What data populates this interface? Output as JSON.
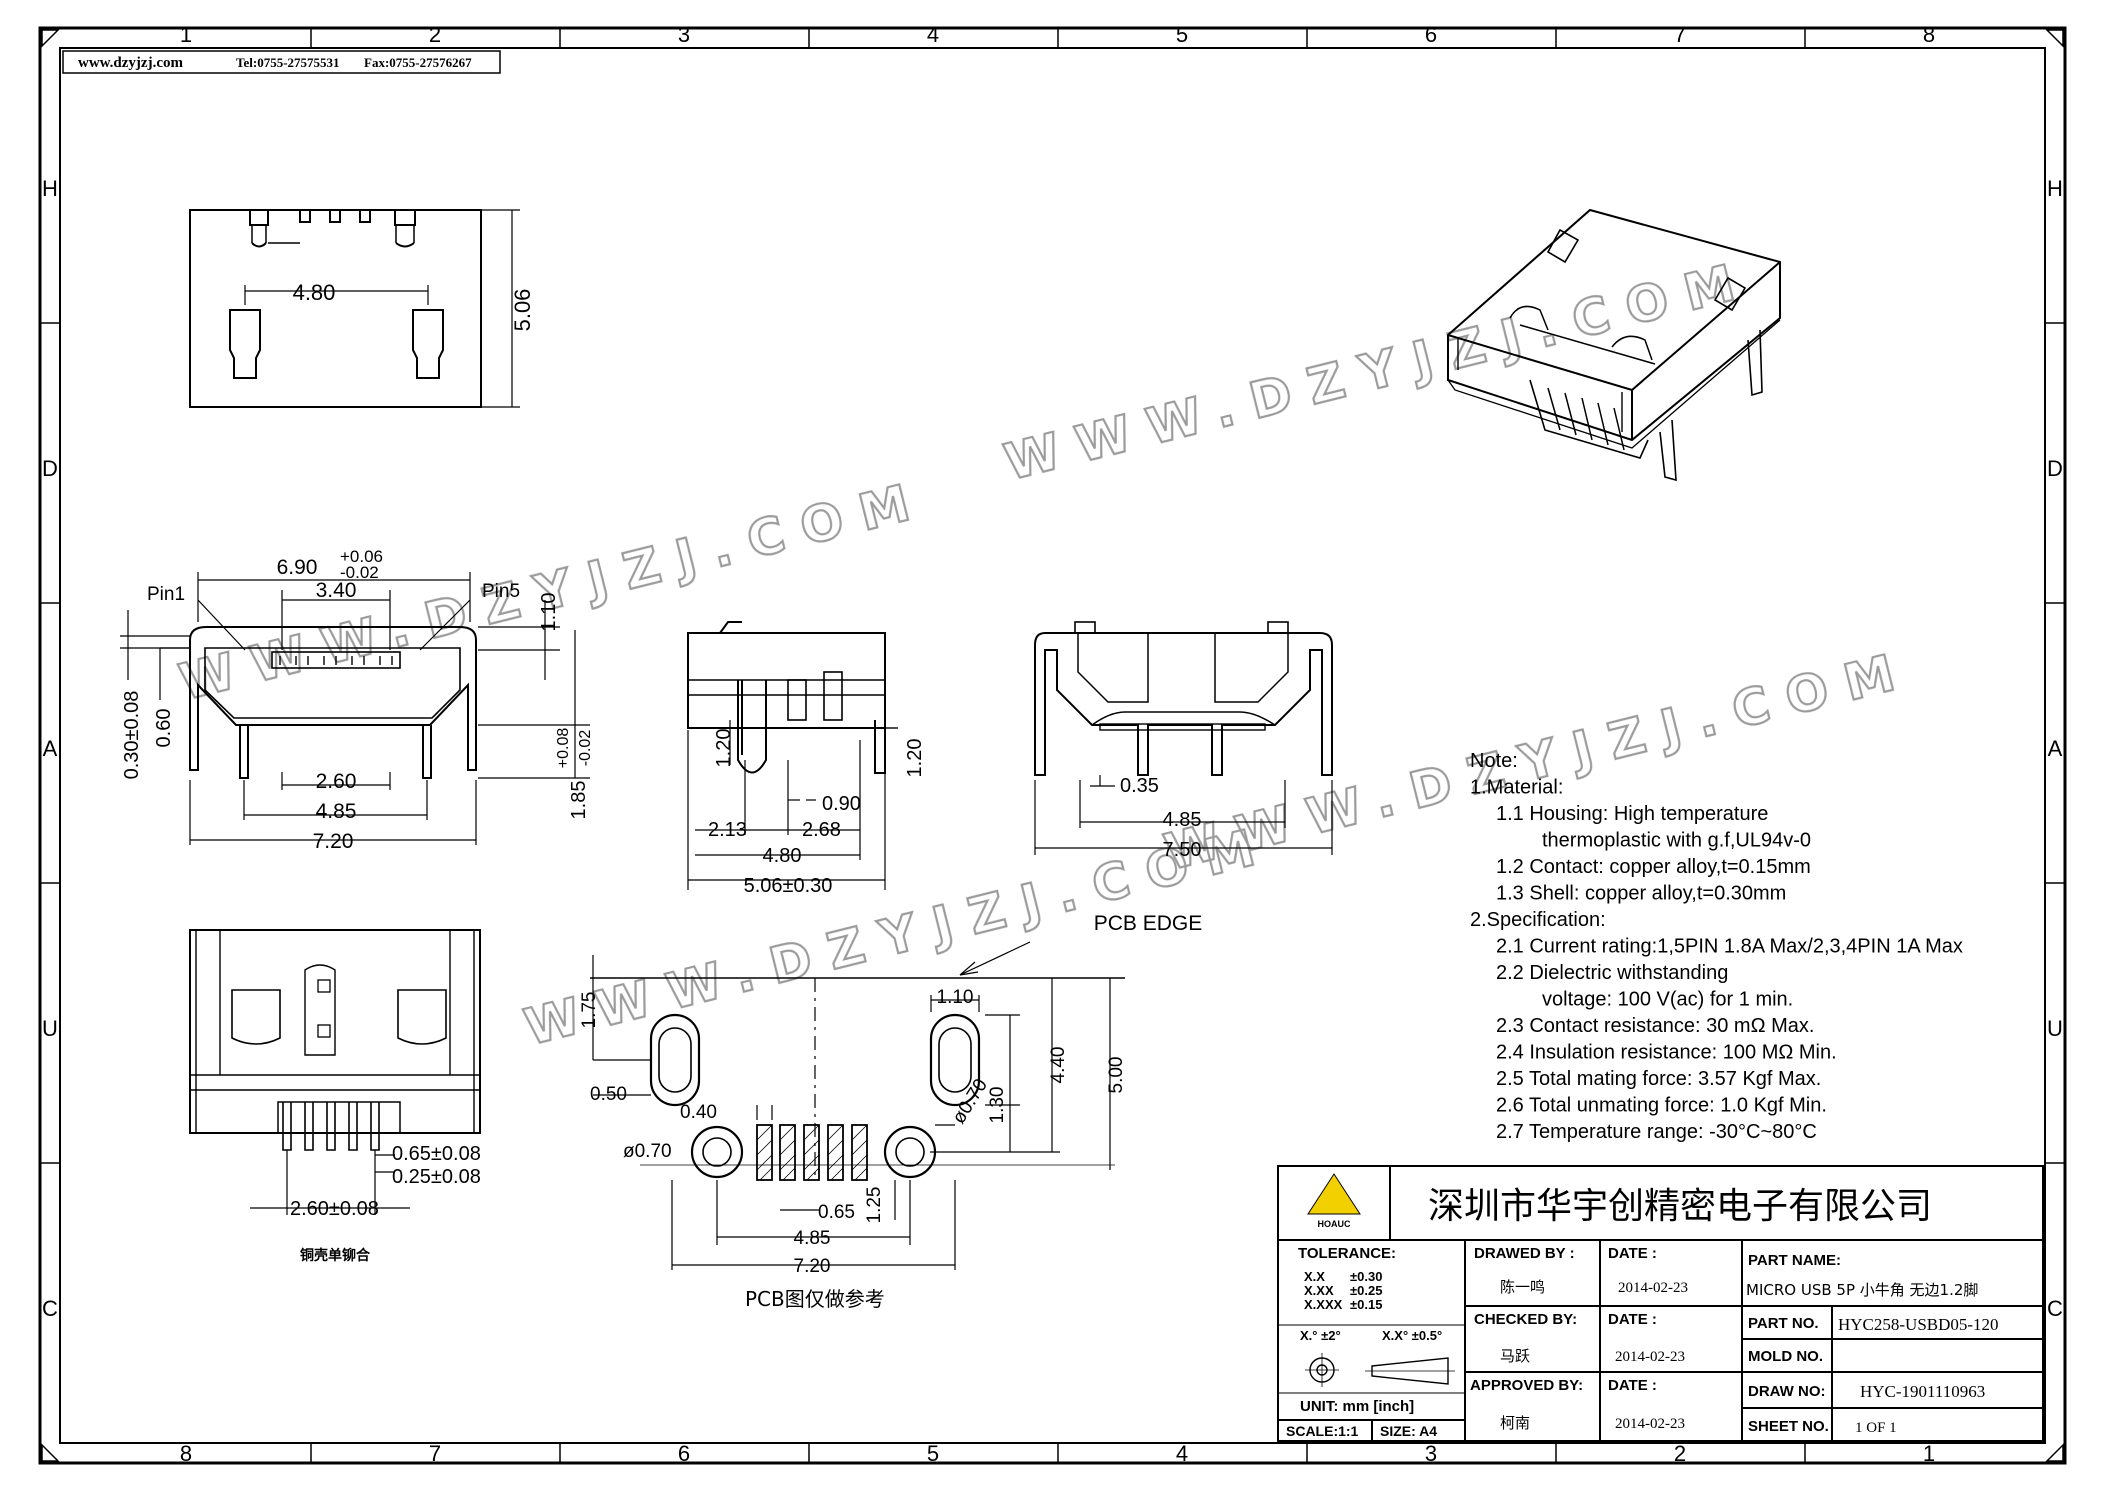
{
  "header": {
    "website": "www.dzyjzj.com",
    "tel": "Tel:0755-27575531",
    "fax": "Fax:0755-27576267"
  },
  "border": {
    "top_numbers": [
      "1",
      "2",
      "3",
      "4",
      "5",
      "6",
      "7",
      "8"
    ],
    "bottom_numbers": [
      "8",
      "7",
      "6",
      "5",
      "4",
      "3",
      "2",
      "1"
    ],
    "left_letters": [
      "H",
      "D",
      "A",
      "U",
      "C"
    ],
    "right_letters": [
      "H",
      "D",
      "A",
      "U",
      "C"
    ]
  },
  "watermark": {
    "text1": "WWW.DZYJZJ.COM",
    "text2": "WWW.DZYJZJ.COM",
    "text3": "WWW.DZYJZJ.COM",
    "text4": "WWW.DZYJZJ.COM"
  },
  "top_view": {
    "dim_width": "4.80",
    "dim_height": "5.06"
  },
  "front_view": {
    "dim_top": "6.90",
    "tol_plus": "+0.06",
    "tol_minus": "-0.02",
    "dim_inner": "3.40",
    "pin1": "Pin1",
    "pin5": "Pin5",
    "dim_1_10": "1.10",
    "dim_030": "0.30±0.08",
    "dim_060": "0.60",
    "dim_185": "1.85",
    "tol185_plus": "+0.08",
    "tol185_minus": "-0.02",
    "dim_260": "2.60",
    "dim_485": "4.85",
    "dim_720": "7.20"
  },
  "side_view": {
    "dim_120a": "1.20",
    "dim_120b": "1.20",
    "dim_090": "0.90",
    "dim_213": "2.13",
    "dim_268": "2.68",
    "dim_480": "4.80",
    "dim_506": "5.06±0.30"
  },
  "rear_view": {
    "dim_035": "0.35",
    "dim_485": "4.85",
    "dim_750": "7.50"
  },
  "bottom_view": {
    "dim_065": "0.65±0.08",
    "dim_025": "0.25±0.08",
    "dim_260": "2.60±0.08",
    "caption": "铜壳单铆合"
  },
  "pcb": {
    "edge_label": "PCB EDGE",
    "dim_110": "1.10",
    "dim_175": "1.75",
    "dim_050": "0.50",
    "dim_040": "0.40",
    "dim_070a": "ø0.70",
    "dim_070b": "ø0.70",
    "dim_130": "1.30",
    "dim_440": "4.40",
    "dim_500": "5.00",
    "dim_065": "0.65",
    "dim_125": "1.25",
    "dim_485": "4.85",
    "dim_720": "7.20",
    "caption": "PCB图仅做参考"
  },
  "notes": {
    "lines": [
      {
        "text": "Note:",
        "indent": 0
      },
      {
        "text": "1.Material:",
        "indent": 0
      },
      {
        "text": "1.1  Housing: High temperature",
        "indent": 1
      },
      {
        "text": "thermoplastic with g.f,UL94v-0",
        "indent": 2
      },
      {
        "text": "1.2  Contact: copper alloy,t=0.15mm",
        "indent": 1
      },
      {
        "text": "1.3  Shell: copper alloy,t=0.30mm",
        "indent": 1
      },
      {
        "text": "2.Specification:",
        "indent": 0
      },
      {
        "text": "2.1  Current rating:1,5PIN 1.8A Max/2,3,4PIN 1A Max",
        "indent": 1
      },
      {
        "text": "2.2  Dielectric withstanding",
        "indent": 1
      },
      {
        "text": "voltage: 100 V(ac) for 1 min.",
        "indent": 2
      },
      {
        "text": "2.3  Contact resistance: 30 mΩ Max.",
        "indent": 1
      },
      {
        "text": "2.4  Insulation resistance: 100 MΩ Min.",
        "indent": 1
      },
      {
        "text": "2.5  Total mating force: 3.57 Kgf Max.",
        "indent": 1
      },
      {
        "text": "2.6  Total unmating force: 1.0 Kgf Min.",
        "indent": 1
      },
      {
        "text": "2.7  Temperature range: -30°C~80°C",
        "indent": 1
      }
    ]
  },
  "title_block": {
    "company": "深圳市华宇创精密电子有限公司",
    "logo_text": "HOAUC",
    "tolerance_label": "TOLERANCE:",
    "tol_rows": [
      [
        "X.X",
        "±0.30"
      ],
      [
        "X.XX",
        "±0.25"
      ],
      [
        "X.XXX",
        "±0.15"
      ]
    ],
    "angle_1": "X.° ±2°",
    "angle_2": "X.X° ±0.5°",
    "unit": "UNIT: mm [inch]",
    "scale": "SCALE:1:1",
    "size": "SIZE: A4",
    "drawn_by_label": "DRAWED BY :",
    "drawn_by": "陈一鸣",
    "checked_by_label": "CHECKED BY:",
    "checked_by": "马跃",
    "approved_by_label": "APPROVED BY:",
    "approved_by": "柯南",
    "date_label": "DATE :",
    "date1": "2014-02-23",
    "date2": "2014-02-23",
    "date3": "2014-02-23",
    "part_name_label": "PART NAME:",
    "part_name": "MICRO USB 5P 小牛角 无边1.2脚",
    "part_no_label": "PART NO.",
    "part_no": "HYC258-USBD05-120",
    "mold_no_label": "MOLD NO.",
    "mold_no": "",
    "draw_no_label": "DRAW NO:",
    "draw_no": "HYC-1901110963",
    "sheet_no_label": "SHEET NO.",
    "sheet_no": "1 OF 1"
  },
  "colors": {
    "line": "#000000",
    "watermark": "#8a8a8a"
  }
}
